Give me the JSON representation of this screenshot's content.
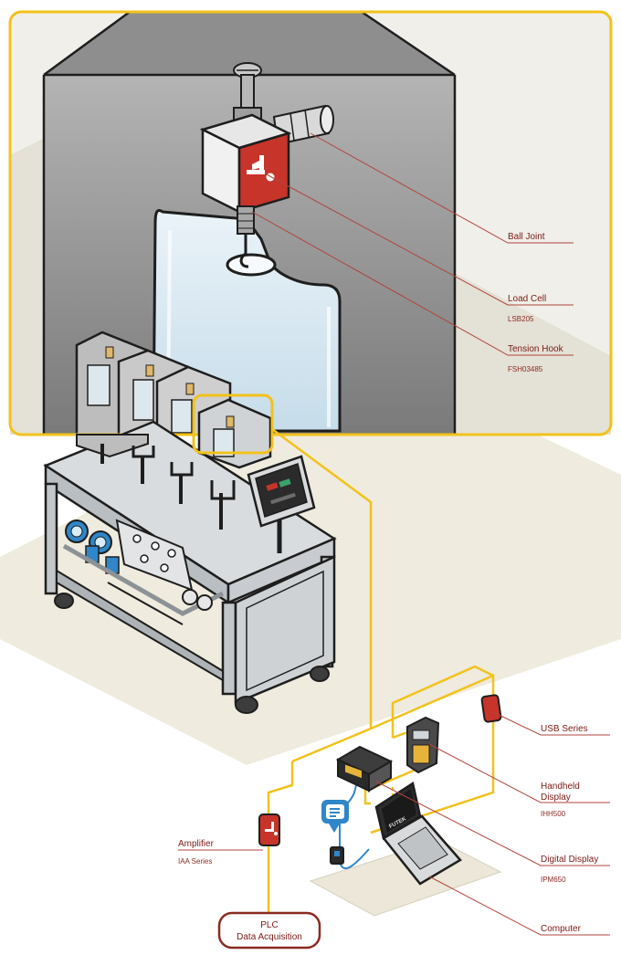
{
  "callouts": {
    "ball_joint": {
      "label": "Ball Joint"
    },
    "load_cell": {
      "label": "Load Cell",
      "model": "LSB205"
    },
    "tension_hook": {
      "label": "Tension Hook",
      "model": "FSH03485"
    },
    "usb_series": {
      "label": "USB Series"
    },
    "handheld_display": {
      "label_line1": "Handheld",
      "label_line2": "Display",
      "model": "IHH500"
    },
    "digital_display": {
      "label": "Digital Display",
      "model": "IPM650"
    },
    "computer": {
      "label": "Computer"
    },
    "amplifier": {
      "label": "Amplifier",
      "model": "IAA Series"
    }
  },
  "plc_box": {
    "line1": "PLC",
    "line2": "Data Acquisition"
  },
  "laptop_brand": "FUTEK",
  "colors": {
    "highlight": "#f2c21b",
    "brand_red": "#c7342a",
    "label_red": "#7a1a14",
    "leader": "#b0463c",
    "cable_blue": "#2f86c8"
  }
}
